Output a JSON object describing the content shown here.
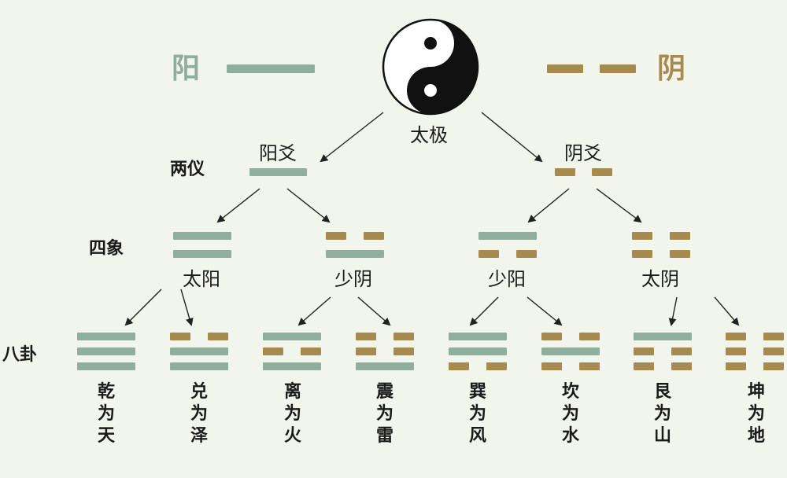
{
  "colors": {
    "yang": "#8fae9c",
    "yin": "#a68a50",
    "arrow": "#222222"
  },
  "header": {
    "yang_label": "阳",
    "yin_label": "阴",
    "center_label": "太极"
  },
  "rows": {
    "liangyi": "两仪",
    "sixiang": "四象",
    "bagua": "八卦"
  },
  "liangyi": [
    {
      "label": "阳爻",
      "lines": [
        1
      ]
    },
    {
      "label": "阴爻",
      "lines": [
        0
      ]
    }
  ],
  "sixiang": [
    {
      "label": "太阳",
      "lines": [
        1,
        1
      ]
    },
    {
      "label": "少阴",
      "lines": [
        0,
        1
      ]
    },
    {
      "label": "少阳",
      "lines": [
        1,
        0
      ]
    },
    {
      "label": "太阴",
      "lines": [
        0,
        0
      ]
    }
  ],
  "bagua": [
    {
      "name": "乾为天",
      "lines": [
        1,
        1,
        1
      ]
    },
    {
      "name": "兑为泽",
      "lines": [
        0,
        1,
        1
      ]
    },
    {
      "name": "离为火",
      "lines": [
        1,
        0,
        1
      ]
    },
    {
      "name": "震为雷",
      "lines": [
        0,
        0,
        1
      ]
    },
    {
      "name": "巽为风",
      "lines": [
        1,
        1,
        0
      ]
    },
    {
      "name": "坎为水",
      "lines": [
        0,
        1,
        0
      ]
    },
    {
      "name": "艮为山",
      "lines": [
        1,
        0,
        0
      ]
    },
    {
      "name": "坤为地",
      "lines": [
        0,
        0,
        0
      ]
    }
  ]
}
